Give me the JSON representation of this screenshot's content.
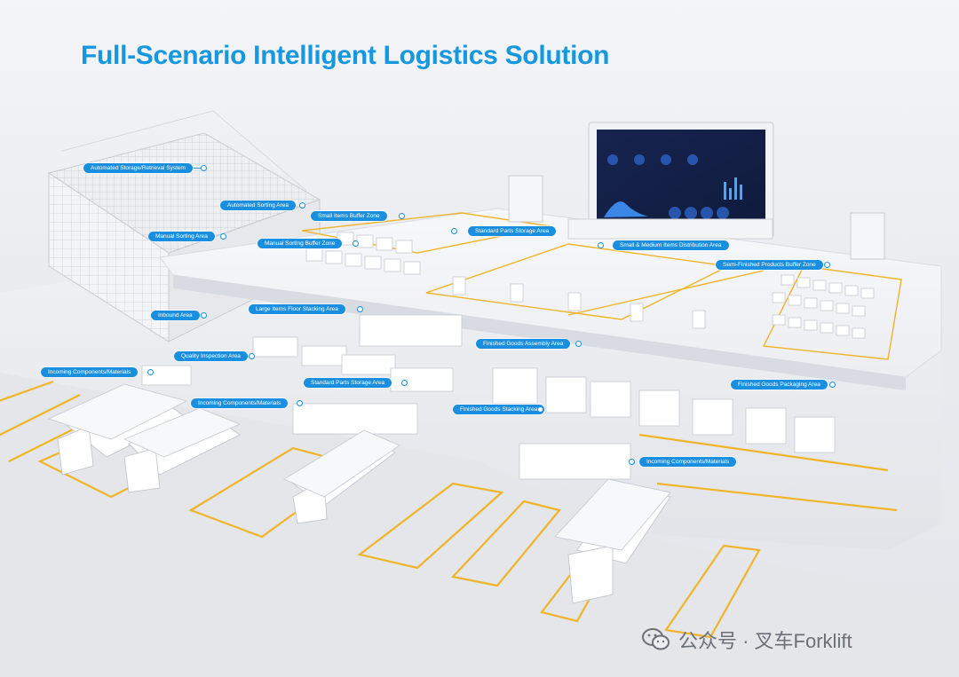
{
  "title": "Full-Scenario Intelligent Logistics Solution",
  "labels": {
    "asrs": "Automated Storage/Retrieval System",
    "automated_sorting": "Automated Sorting Area",
    "small_items_buffer": "Small Items Buffer Zone",
    "manual_sorting": "Manual Sorting Area",
    "manual_sorting_buffer": "Manual Sorting Buffer Zone",
    "standard_parts_storage_upper": "Standard Parts Storage Area",
    "small_medium_distribution": "Small & Medium Items Distribution Area",
    "semi_finished_buffer": "Semi-Finished Products Buffer Zone",
    "inbound": "Inbound Area",
    "large_items_stacking": "Large Items Floor Stacking Area",
    "finished_goods_assembly": "Finished Goods Assembly Area",
    "quality_inspection": "Quality Inspection Area",
    "incoming_left": "Incoming Components/Materials",
    "standard_parts_storage_lower": "Standard Parts Storage Area",
    "finished_goods_packaging": "Finished Goods Packaging Area",
    "incoming_middle": "Incoming Components/Materials",
    "finished_goods_stacking": "Finished Goods Stacking Area",
    "incoming_right": "Incoming Components/Materials"
  },
  "watermark": {
    "icon": "wechat-icon",
    "text": "公众号 · 叉车Forklift"
  },
  "colors": {
    "title": "#1598e0",
    "tag": "#1a8fe0",
    "floor_lines": "#f0b429",
    "dashboard": "#1a2a5c"
  }
}
